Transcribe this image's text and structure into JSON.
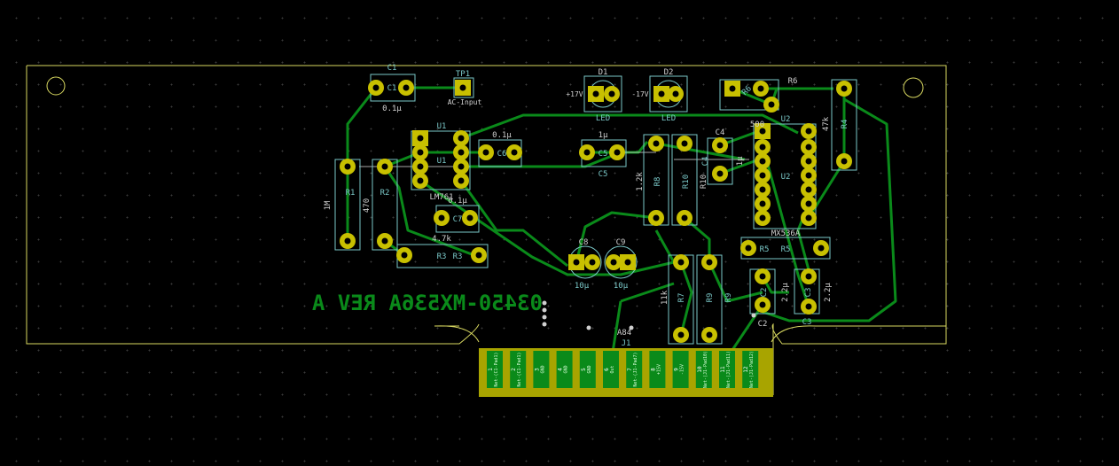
{
  "board": {
    "silk_text": "03450-MX536A REV A",
    "colors": {
      "background": "#000000",
      "outline": "#d8d860",
      "copper": "#0a8a1a",
      "pad": "#c8c000",
      "silk": "#7ac8c8",
      "white": "#e8e8e8"
    }
  },
  "components": {
    "C1": {
      "ref": "C1",
      "value": "0.1µ",
      "ref2": "C1"
    },
    "TP1": {
      "ref": "TP1",
      "value": "AC-Input"
    },
    "D1": {
      "ref": "D1",
      "value": "LED",
      "net": "+17V"
    },
    "D2": {
      "ref": "D2",
      "value": "LED",
      "net": "-17V"
    },
    "R6": {
      "ref": "R6",
      "value": "500",
      "ref2": "R6"
    },
    "R4": {
      "ref": "R4",
      "value": "47k",
      "ref2": "R4"
    },
    "U1": {
      "ref": "U1",
      "value": "LM761",
      "ref2": "U1"
    },
    "C6": {
      "ref": "C6",
      "value": "0.1µ"
    },
    "C5": {
      "ref": "C5",
      "value": "1µ",
      "ref2": "C5"
    },
    "C4": {
      "ref": "C4",
      "value": "1µ",
      "ref2": "C4"
    },
    "U2": {
      "ref": "U2",
      "value": "MX536A",
      "ref2": "U2"
    },
    "R1": {
      "ref": "R1",
      "value": "1M",
      "ref2": "R1"
    },
    "R2": {
      "ref": "R2",
      "value": "470",
      "ref2": "R2"
    },
    "C7": {
      "ref": "C7",
      "value": "0.1µ"
    },
    "R3": {
      "ref": "R3",
      "value": "4.7k",
      "ref2": "R3"
    },
    "R8": {
      "ref": "R8",
      "value": "1.2k",
      "ref2": "R8"
    },
    "R10": {
      "ref": "R10",
      "value": "R10",
      "ref2": "R10"
    },
    "C8": {
      "ref": "C8",
      "value": "10µ"
    },
    "C9": {
      "ref": "C9",
      "value": "10µ"
    },
    "R5": {
      "ref": "R5",
      "value": "R5",
      "ref2": "R5"
    },
    "R7": {
      "ref": "R7",
      "value": "11k",
      "ref2": "R7"
    },
    "R9": {
      "ref": "R9",
      "value": "R9",
      "ref2": "R9"
    },
    "C2": {
      "ref": "C2",
      "value": "2.2µ",
      "ref2": "C2"
    },
    "C3": {
      "ref": "C3",
      "value": "2.2µ",
      "ref2": "C3"
    },
    "J1": {
      "ref": "J1",
      "value": "A84"
    }
  },
  "edge_connector": {
    "fingers": [
      {
        "num": "1",
        "net": "Net-(C1-Pad1)"
      },
      {
        "num": "2",
        "net": "Net-(C1-Pad1)"
      },
      {
        "num": "3",
        "net": "GND"
      },
      {
        "num": "4",
        "net": "GND"
      },
      {
        "num": "5",
        "net": "GND"
      },
      {
        "num": "6",
        "net": "Out"
      },
      {
        "num": "7",
        "net": "Net-(J1-Pad7)"
      },
      {
        "num": "8",
        "net": "+15V"
      },
      {
        "num": "9",
        "net": "-15V"
      },
      {
        "num": "10",
        "net": "Net-(J1-Pad10)"
      },
      {
        "num": "11",
        "net": "Net-(J1-Pad11)"
      },
      {
        "num": "12",
        "net": "Net-(J1-Pad12)"
      }
    ]
  }
}
